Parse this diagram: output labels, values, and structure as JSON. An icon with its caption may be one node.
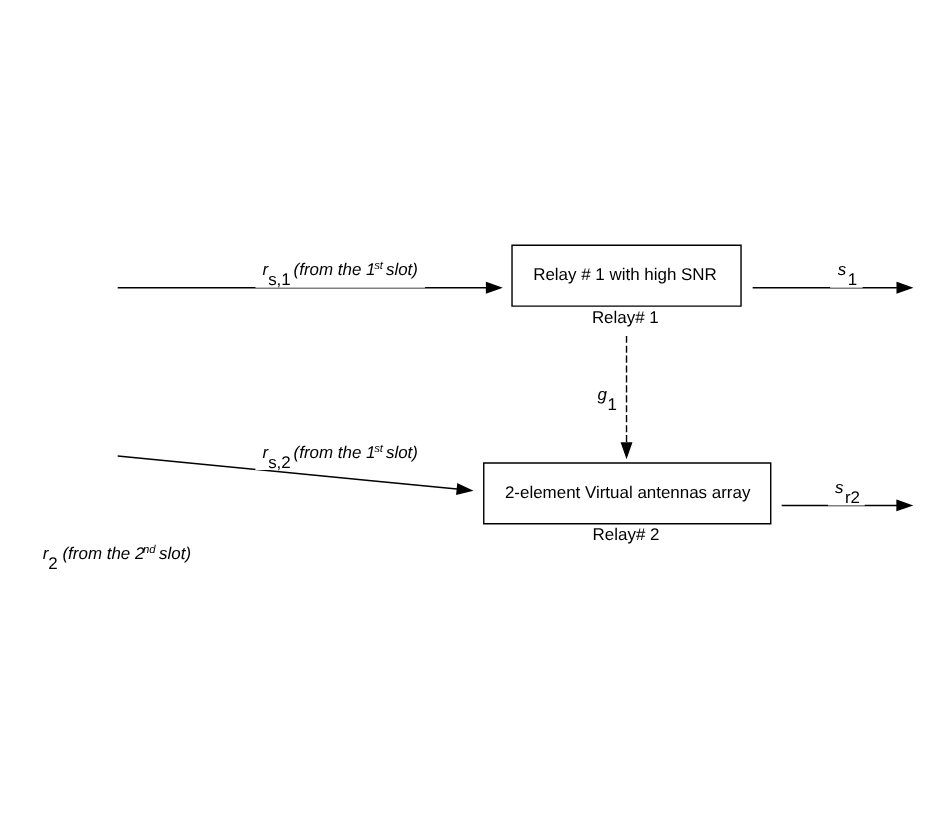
{
  "diagram": {
    "nodes": [
      {
        "text": [
          "Relay # 1 with high SNR"
        ],
        "beside": [
          "Relay# 1"
        ]
      },
      {
        "text": [
          "2-element Virtual antennas array"
        ],
        "beside": [
          "Relay# 2"
        ]
      }
    ],
    "edges": [
      {
        "from": null,
        "to": 0,
        "arrow": "to",
        "label": "*r*$_{s,1}$ *(from the 1$^{st}$ slot)*"
      },
      {
        "from": 0,
        "to": null,
        "arrow": "to",
        "label": "*s*$_{1}$"
      },
      {
        "from": 0,
        "to": 1,
        "arrow": "to",
        "style": "dashed",
        "label": "*g*$_{1}$"
      },
      {
        "from": null,
        "to": 1,
        "arrow": "to",
        "label": "*r*$_{s,2}$ *(from the 1$^{st}$ slot)*"
      },
      {
        "from": 1,
        "to": null,
        "arrow": "to",
        "label": "*s*$_{r2}$"
      }
    ],
    "labels": [
      "*r*$_{2}$ *(from the 2$^{nd}$ slot)*"
    ]
  }
}
